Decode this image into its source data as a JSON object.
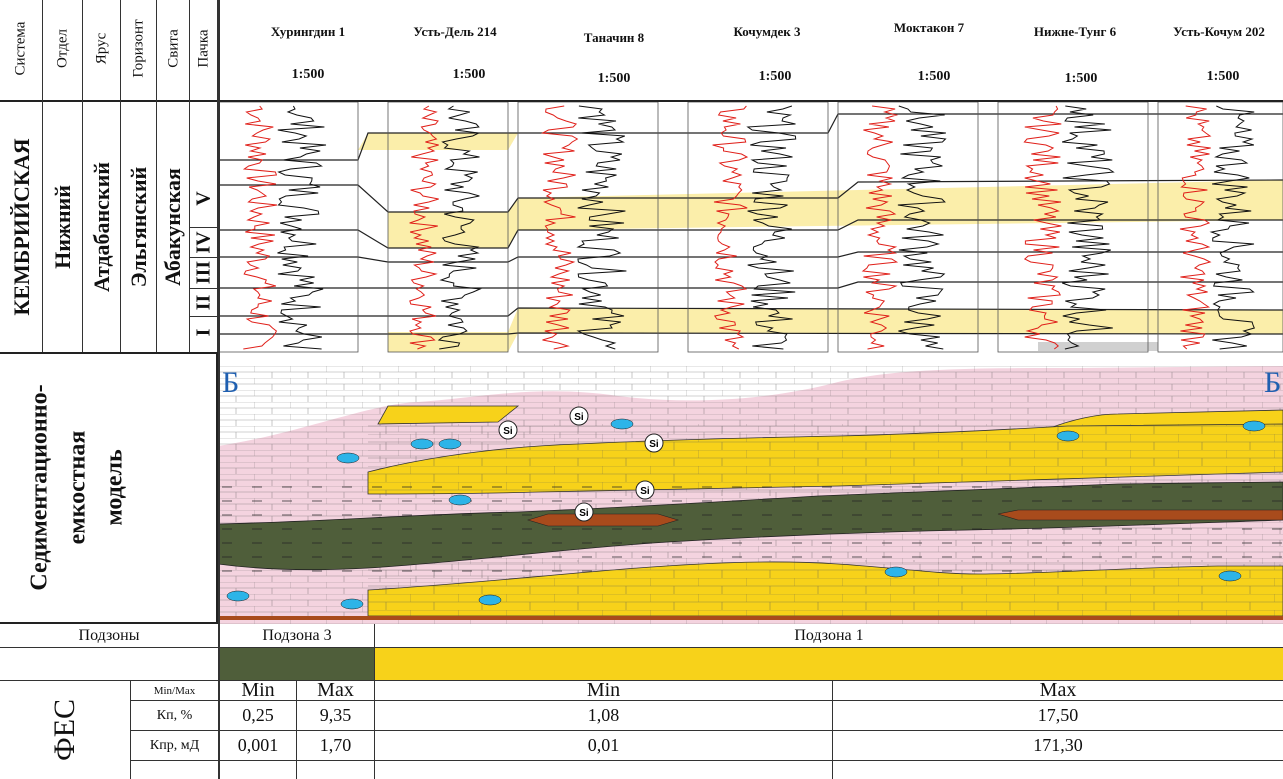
{
  "header_columns": [
    {
      "id": "sistema",
      "label": "Система"
    },
    {
      "id": "otdel",
      "label": "Отдел"
    },
    {
      "id": "yarus",
      "label": "Ярус"
    },
    {
      "id": "gorizont",
      "label": "Горизонт"
    },
    {
      "id": "svita",
      "label": "Свита"
    },
    {
      "id": "pachka",
      "label": "Пачка"
    }
  ],
  "strat": {
    "sistema": "КЕМБРИЙСКАЯ",
    "otdel": "Нижний",
    "yarus": "Атдабанский",
    "gorizont": "Эльгянский",
    "svita": "Абакунская",
    "packs": [
      "V",
      "IV",
      "III",
      "II",
      "I"
    ]
  },
  "wells": [
    {
      "name": "Хурингдин 1",
      "scale": "1:500"
    },
    {
      "name": "Усть-Дель 214",
      "scale": "1:500"
    },
    {
      "name": "Таначин 8",
      "scale": "1:500"
    },
    {
      "name": "Кочумдек 3",
      "scale": "1:500"
    },
    {
      "name": "Моктакон 7",
      "scale": "1:500"
    },
    {
      "name": "Нижне-Тунг 6",
      "scale": "1:500"
    },
    {
      "name": "Усть-Кочум 202",
      "scale": "1:500"
    }
  ],
  "model": {
    "title": "Седиментационно-емкостная модель",
    "title_lines": [
      "Седиментационно-",
      "емкостная",
      "модель"
    ],
    "section_start": "Б",
    "section_end": "Б",
    "si_label": "Si",
    "colors": {
      "pink": "#f4d3df",
      "yellow": "#f7d21a",
      "green": "#4f5e3a",
      "brown": "#a84b1c",
      "blue": "#2db4e8",
      "log_yellow": "#fbeeaa"
    }
  },
  "fes": {
    "title": "ФЕС",
    "subzones_label": "Подзоны",
    "subzone3": "Подзона 3",
    "subzone1": "Подзона 1",
    "minmax_label": "Min/Max",
    "min": "Min",
    "max": "Max",
    "rows": [
      {
        "param": "Кп, %",
        "z3_min": "0,25",
        "z3_max": "9,35",
        "z1_min": "1,08",
        "z1_max": "17,50"
      },
      {
        "param": "Кпр, мД",
        "z3_min": "0,001",
        "z3_max": "1,70",
        "z1_min": "0,01",
        "z1_max": "171,30"
      }
    ]
  }
}
